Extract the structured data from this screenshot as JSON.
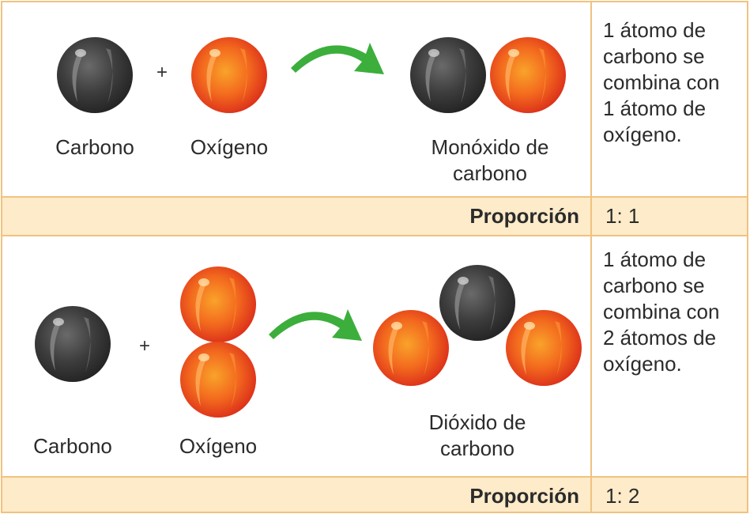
{
  "colors": {
    "border": "#f0c27f",
    "band": "#fdebc9",
    "carbon": "#3a3a3a",
    "oxygen": "#f0501e",
    "arrow": "#3cae3c"
  },
  "reactions": [
    {
      "reactant1": "Carbono",
      "reactant2": "Oxígeno",
      "plus": "+",
      "product": "Monóxido de\ncarbono",
      "description": "1 átomo de\ncarbono se\ncombina con\n1 átomo de\noxígeno.",
      "ratio_label": "Proporción",
      "ratio_value": "1: 1"
    },
    {
      "reactant1": "Carbono",
      "reactant2": "Oxígeno",
      "plus": "+",
      "product": "Dióxido de\ncarbono",
      "description": "1 átomo de\ncarbono se\ncombina con\n2 átomos de\noxígeno.",
      "ratio_label": "Proporción",
      "ratio_value": "1: 2"
    }
  ]
}
